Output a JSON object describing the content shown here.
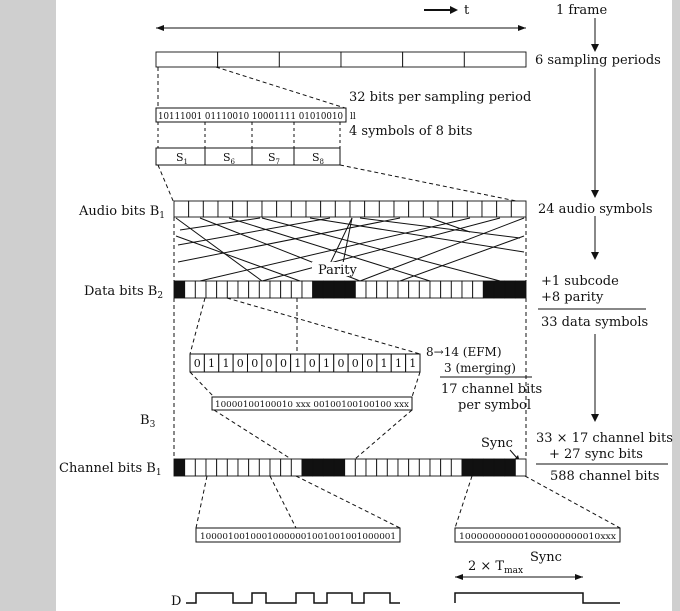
{
  "labels": {
    "time_axis": "t",
    "frame": "1 frame",
    "sampling_periods": "6 sampling periods",
    "bits_per_period": "32 bits per sampling period",
    "symbols_of_8": "4 symbols of 8 bits",
    "audio_bits": "Audio bits B",
    "audio_bits_sub": "1",
    "audio_symbols": "24 audio symbols",
    "parity": "Parity",
    "data_bits": "Data bits B",
    "data_bits_sub": "2",
    "subcode": "+1 subcode",
    "parity_count": "+8 parity",
    "data_symbols": "33 data symbols",
    "efm": "8→14 (EFM)",
    "merging": "3 (merging)",
    "channel_bits_per_symbol_1": "17 channel bits",
    "channel_bits_per_symbol_2": "per symbol",
    "b3": "B",
    "b3_sub": "3",
    "sync": "Sync",
    "channel_bits": "Channel bits B",
    "channel_bits_sub": "1",
    "channel_calc_1": "33 × 17 channel bits",
    "channel_calc_2": "+ 27 sync bits",
    "channel_total": "588 channel bits",
    "sync_bottom": "Sync",
    "tmax": "2 × T",
    "tmax_sub": "max",
    "d_label": "D"
  },
  "bit_strings": {
    "sampling_bits": "10111001 01110010 10001111 01010010",
    "sampling_bits_tail": "ll",
    "data_symbol_bits": [
      "0",
      "1",
      "1",
      "0",
      "0",
      "0",
      "0",
      "1",
      "0",
      "1",
      "0",
      "0",
      "0",
      "1",
      "1",
      "1"
    ],
    "efm_bits": "10000100100010 xxx 00100100100100 xxx",
    "channel_sample_bits": "10000100100010000001001001001000001",
    "sync_bits": "100000000001000000000010xxx"
  },
  "symbols": [
    "S",
    "S",
    "S",
    "S"
  ],
  "symbol_subs": [
    "1",
    "6",
    "7",
    "8"
  ]
}
